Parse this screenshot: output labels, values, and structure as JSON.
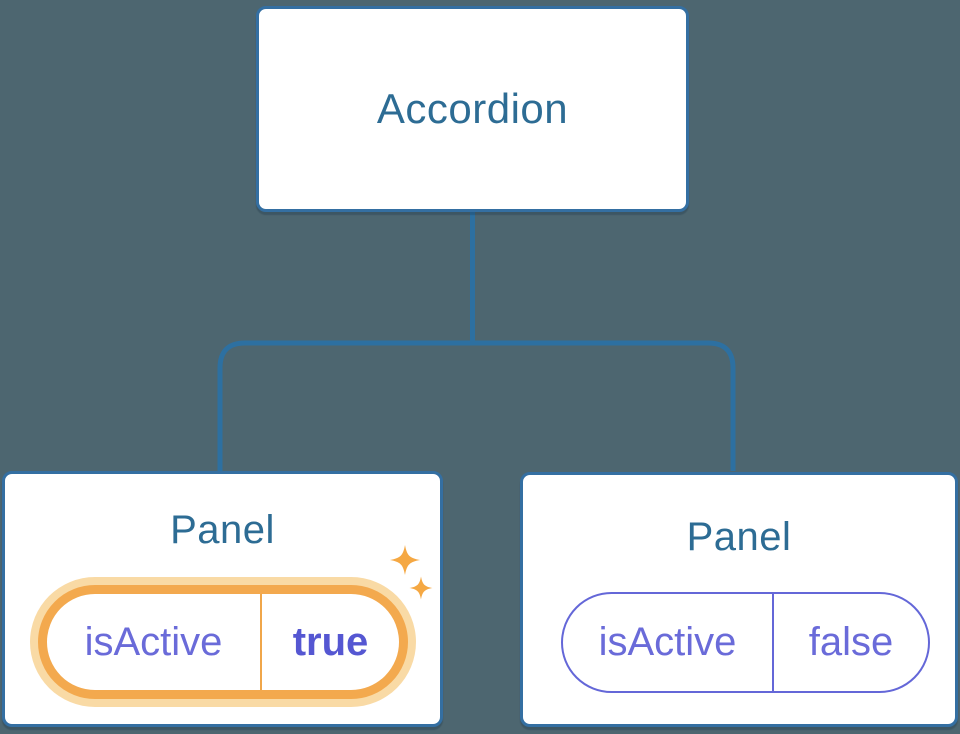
{
  "diagram": {
    "description": "Component tree diagram: Accordion parent with two Panel children holding isActive state",
    "root": {
      "label": "Accordion"
    },
    "children": [
      {
        "label": "Panel",
        "prop": {
          "name": "isActive",
          "value": "true"
        },
        "highlighted": true,
        "icon": "sparkles-icon"
      },
      {
        "label": "Panel",
        "prop": {
          "name": "isActive",
          "value": "false"
        },
        "highlighted": false
      }
    ]
  },
  "colors": {
    "background": "#4D6670",
    "node_background": "#FFFFFF",
    "node_border": "#346FA2",
    "connector_line": "#2D70A1",
    "node_text": "#2D6C94",
    "prop_text": "#6A6BD9",
    "prop_value_highlight_text": "#5557D2",
    "highlight_ring": "#F3A94E",
    "highlight_glow": "#F9DAA5",
    "sparkle": "#F5A843",
    "inactive_pill_border": "#6467D8"
  }
}
